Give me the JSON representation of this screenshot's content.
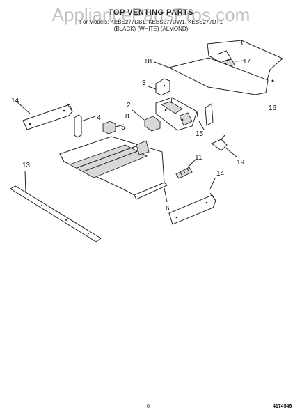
{
  "header": {
    "title": "TOP VENTING PARTS",
    "models": "For Models: KEBS277DB1, KEBS277DW1, KEBS277DT1",
    "colors": "(BLACK)    (WHITE)    (ALMOND)"
  },
  "watermark": "AppliancePartsPros.com",
  "page_number": "6",
  "document_number": "4174546",
  "part_labels": {
    "p18": "18",
    "p17": "17",
    "p16": "16",
    "p3": "3",
    "p2": "2",
    "p15": "15",
    "p14a": "14",
    "p4": "4",
    "p8": "8",
    "p5": "5",
    "p11": "11",
    "p19": "19",
    "p13": "13",
    "p14b": "14",
    "p6": "6"
  }
}
